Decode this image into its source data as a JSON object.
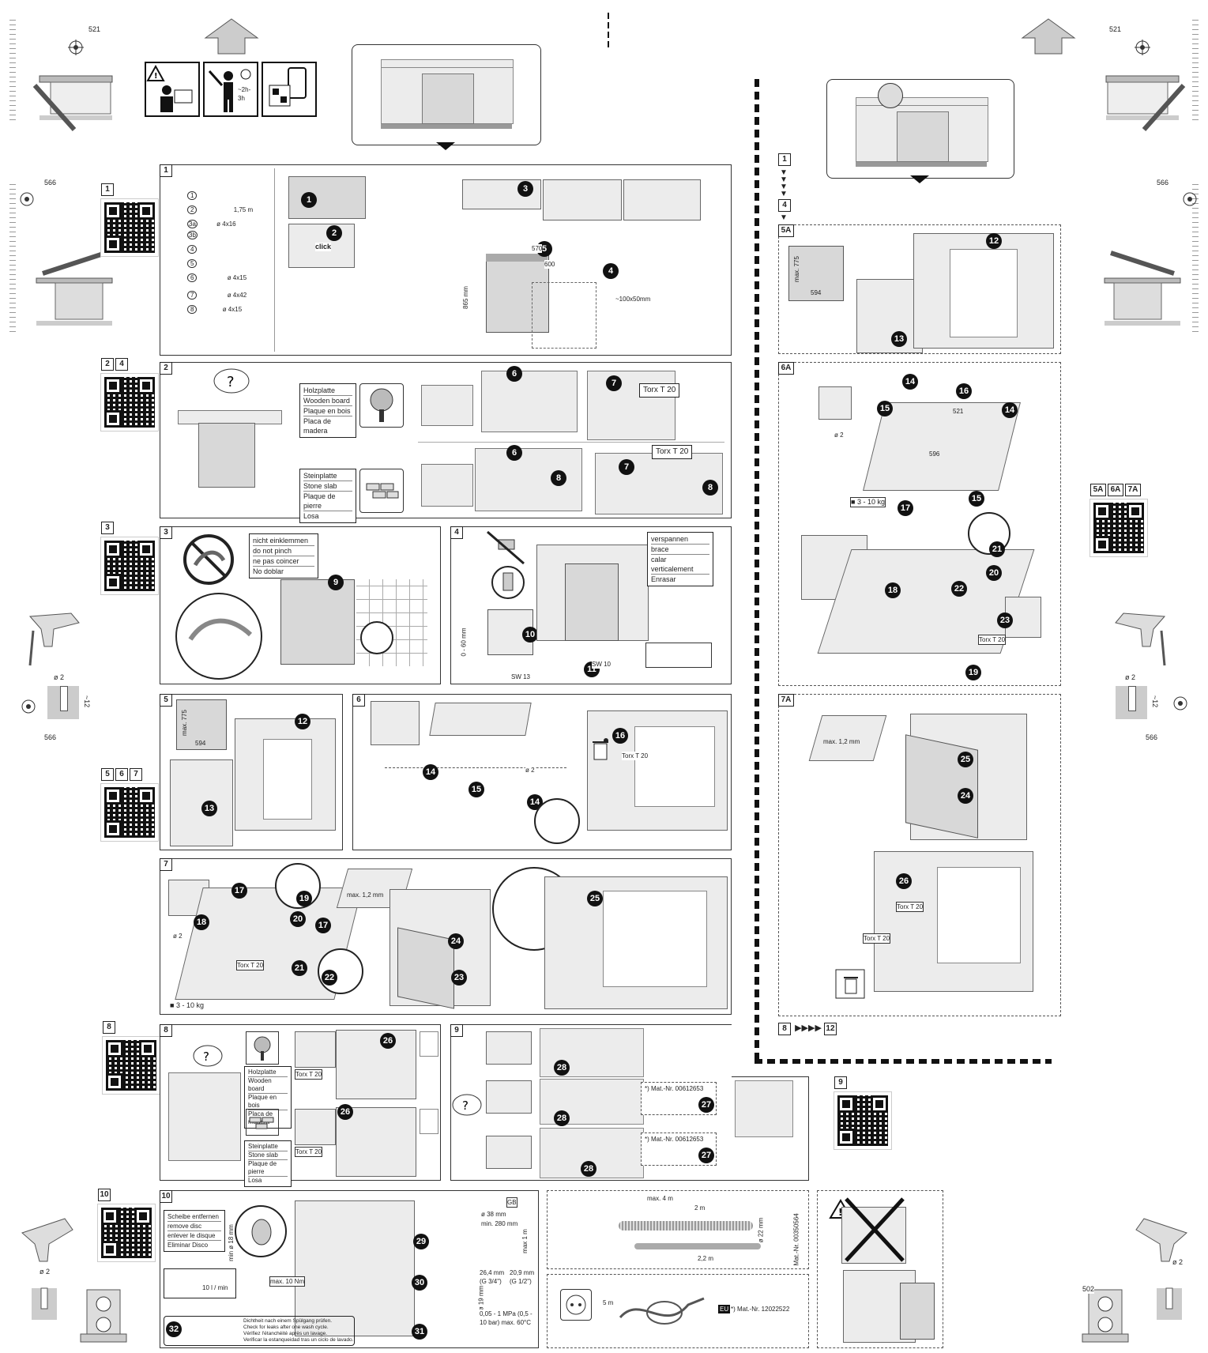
{
  "top": {
    "dim_left": "521",
    "dim_right": "521",
    "dim_566_left": "566",
    "dim_566_right": "566",
    "time": "~2h-3h"
  },
  "steps_left": [
    {
      "num": "1",
      "qr_labels": [
        "1"
      ]
    },
    {
      "num": "2",
      "qr_labels": [
        "2",
        "4"
      ]
    },
    {
      "num": "3",
      "qr_labels": [
        "3"
      ]
    },
    {
      "num": "5",
      "qr_labels": [
        "5",
        "6",
        "7"
      ]
    },
    {
      "num": "8",
      "qr_labels": [
        "8"
      ]
    },
    {
      "num": "10",
      "qr_labels": [
        "10"
      ]
    }
  ],
  "panel1": {
    "label": "1",
    "parts": [
      {
        "n": "1",
        "t": ""
      },
      {
        "n": "2",
        "t": "1,75 m"
      },
      {
        "n": "3a",
        "t": "ø 4x16"
      },
      {
        "n": "3b",
        "t": ""
      },
      {
        "n": "4",
        "t": ""
      },
      {
        "n": "5",
        "t": ""
      },
      {
        "n": "6",
        "t": "ø 4x15"
      },
      {
        "n": "7",
        "t": "ø 4x42"
      },
      {
        "n": "8",
        "t": "ø 4x15"
      }
    ],
    "click": "click",
    "dim_h": "865 mm",
    "dim_w": "600",
    "dim_d": "570",
    "dim_b": "~100x50mm"
  },
  "panel2": {
    "label": "2",
    "wood": [
      "Holzplatte",
      "Wooden board",
      "Plaque en bois",
      "Placa de madera"
    ],
    "stone": [
      "Steinplatte",
      "Stone slab",
      "Plaque de pierre",
      "Losa"
    ],
    "torx1": "Torx T 20",
    "torx2": "Torx T 20"
  },
  "panel3": {
    "label": "3",
    "notes": [
      "nicht einklemmen",
      "do not pinch",
      "ne pas coincer",
      "No doblar"
    ]
  },
  "panel4": {
    "label": "4",
    "notes": [
      "verspannen",
      "brace",
      "calar verticalement",
      "Enrasar"
    ],
    "range": "0 - 60 mm",
    "sw13": "SW 13",
    "sw10": "SW 10"
  },
  "panel5": {
    "label": "5",
    "max": "max. 775",
    "w": "594"
  },
  "panel6": {
    "label": "6",
    "torx": "Torx T 20",
    "d": "ø 2"
  },
  "panel7": {
    "label": "7",
    "weight": "3 - 10 kg",
    "torx": "Torx T 20",
    "max12": "max. 1,2 mm",
    "d": "ø 2"
  },
  "panel8": {
    "label": "8",
    "wood": [
      "Holzplatte",
      "Wooden board",
      "Plaque en bois",
      "Placa de madera"
    ],
    "stone": [
      "Steinplatte",
      "Stone slab",
      "Plaque de pierre",
      "Losa"
    ],
    "torx": "Torx T 20"
  },
  "panel9": {
    "label": "9",
    "mat1": "*) Mat.-Nr. 00612653",
    "mat2": "*) Mat.-Nr. 00612653"
  },
  "panel10": {
    "label": "10",
    "disc": [
      "Scheibe entfernen",
      "remove disc",
      "enlever le disque",
      "Eliminar Disco"
    ],
    "nm": "max. 10 Nm",
    "flow": "10 l / min",
    "gb": "GB",
    "d38": "ø 38 mm",
    "min280": "min. 280 mm",
    "max1": "max 1 m",
    "d19": "ø 19 mm",
    "p1": "26,4 mm (G 3/4\")",
    "p2": "20,9 mm (G 1/2\")",
    "press": "0,05 - 1 MPa (0,5 - 10 bar) max. 60°C",
    "min18": "min ø 18 mm",
    "check": [
      "Dichtheit nach einem Spülgang prüfen.",
      "Check for leaks after one wash cycle.",
      "Vérifiez l'étanchéité après un lavage.",
      "Verificar la estanqueidad tras un ciclo de lavado."
    ]
  },
  "hose": {
    "max4": "max. 4 m",
    "m2": "2 m",
    "m22": "2,2 m",
    "d22": "ø 22 mm",
    "mat": "Mat.-Nr. 00350564"
  },
  "power": {
    "m5": "5 m",
    "eu": "EU",
    "mat": "*) Mat.-Nr. 12022522"
  },
  "right_flow": {
    "from": "1",
    "to": "4",
    "end_from": "8",
    "end_to": "12"
  },
  "panel5A": {
    "label": "5A",
    "max": "max. 775",
    "w": "594"
  },
  "panel6A": {
    "label": "6A",
    "weight": "3 - 10 kg",
    "torx": "Torx T 20",
    "w521": "521",
    "w596": "596",
    "d": "ø 2"
  },
  "panel7A": {
    "label": "7A",
    "max12": "max. 1,2 mm",
    "torx1": "Torx T 20",
    "torx2": "Torx T 20"
  },
  "qr_right": {
    "labels": [
      "5A",
      "6A",
      "7A"
    ]
  },
  "qr9": {
    "label": "9"
  },
  "drill": {
    "d2": "ø 2",
    "d12": "~12",
    "left566": "566",
    "right566": "566",
    "right502": "502"
  }
}
